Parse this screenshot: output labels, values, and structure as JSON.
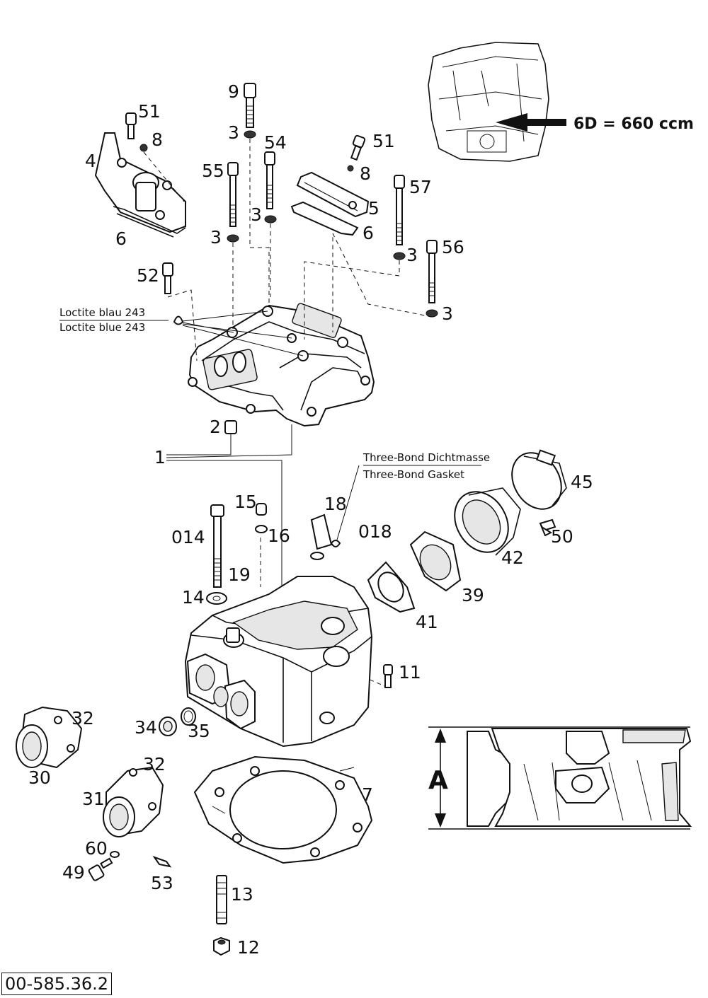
{
  "callouts": {
    "c9": "9",
    "c3a": "3",
    "c51a": "51",
    "c8a": "8",
    "c4": "4",
    "c6a": "6",
    "c54": "54",
    "c55": "55",
    "c3b": "3",
    "c3c": "3",
    "c51b": "51",
    "c8b": "8",
    "c5": "5",
    "c6b": "6",
    "c57": "57",
    "c3d": "3",
    "c56": "56",
    "c3e": "3",
    "c52": "52",
    "c2": "2",
    "c1": "1",
    "c45": "45",
    "c50": "50",
    "c42": "42",
    "c39": "39",
    "c41": "41",
    "c18": "18",
    "c018": "018",
    "c15": "15",
    "c16": "16",
    "c014": "014",
    "c19": "19",
    "c14": "14",
    "c11": "11",
    "c32a": "32",
    "c30": "30",
    "c34": "34",
    "c35": "35",
    "c32b": "32",
    "c31": "31",
    "c7": "7",
    "c60": "60",
    "c49": "49",
    "c53": "53",
    "c13": "13",
    "c12": "12"
  },
  "notes": {
    "loctite_de": "Loctite blau 243",
    "loctite_en": "Loctite blue 243",
    "threebond_de": "Three-Bond Dichtmasse",
    "threebond_en": "Three-Bond Gasket",
    "engine_variant": "6D = 660 ccm",
    "dimension_label": "A"
  },
  "drawing_number": "00-585.36.2"
}
